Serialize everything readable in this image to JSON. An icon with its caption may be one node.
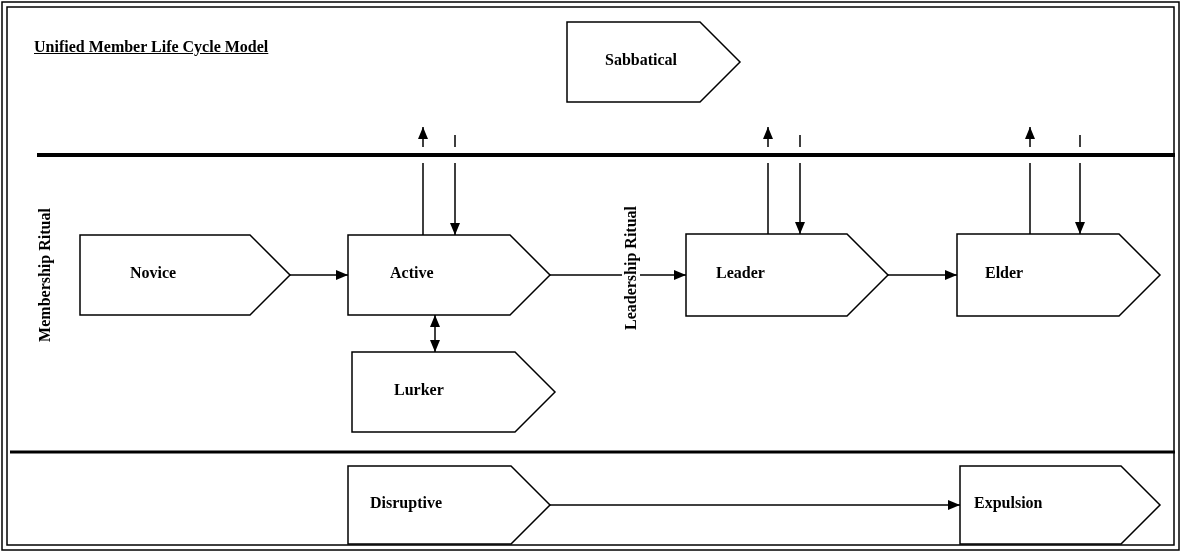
{
  "diagram": {
    "title": "Unified Member Life Cycle Model",
    "nodes": [
      {
        "text": [
          "Sabbatical"
        ]
      },
      {
        "text": [
          "Novice"
        ]
      },
      {
        "text": [
          "Active"
        ]
      },
      {
        "text": [
          "Lurker"
        ]
      },
      {
        "text": [
          "Leader"
        ]
      },
      {
        "text": [
          "Elder"
        ]
      },
      {
        "text": [
          "Disruptive"
        ]
      },
      {
        "text": [
          "Expulsion"
        ]
      }
    ],
    "edges": [
      {
        "from": 1,
        "to": 2,
        "arrow": "to"
      },
      {
        "from": 2,
        "to": 4,
        "arrow": "to"
      },
      {
        "from": 4,
        "to": 5,
        "arrow": "to"
      },
      {
        "from": 2,
        "to": 3,
        "arrow": "both"
      },
      {
        "from": 2,
        "to": null,
        "arrow": "to"
      },
      {
        "from": null,
        "to": 2,
        "arrow": "to"
      },
      {
        "from": 4,
        "to": null,
        "arrow": "to"
      },
      {
        "from": null,
        "to": 4,
        "arrow": "to"
      },
      {
        "from": 5,
        "to": null,
        "arrow": "to"
      },
      {
        "from": null,
        "to": 5,
        "arrow": "to"
      },
      {
        "from": 6,
        "to": 7,
        "arrow": "to"
      }
    ],
    "labels": [
      "Membership Ritual",
      "Leadership Ritual"
    ]
  }
}
